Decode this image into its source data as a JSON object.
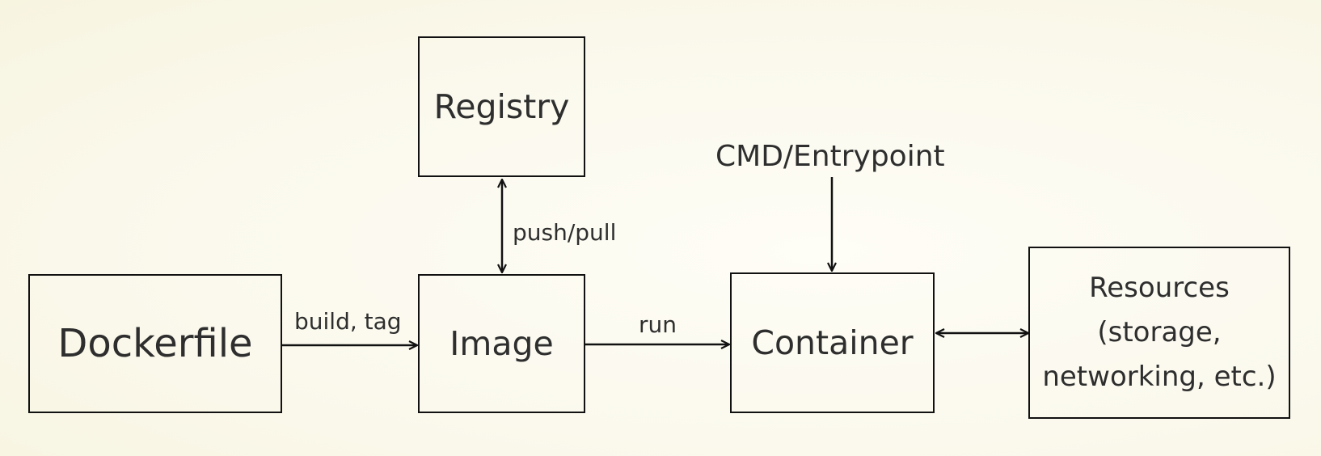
{
  "nodes": {
    "dockerfile": "Dockerfile",
    "image": "Image",
    "registry": "Registry",
    "container": "Container",
    "resources": "Resources\n(storage,\nnetworking, etc.)"
  },
  "labels": {
    "build_tag": "build, tag",
    "run": "run",
    "push_pull": "push/pull",
    "cmd_entrypoint": "CMD/Entrypoint"
  }
}
